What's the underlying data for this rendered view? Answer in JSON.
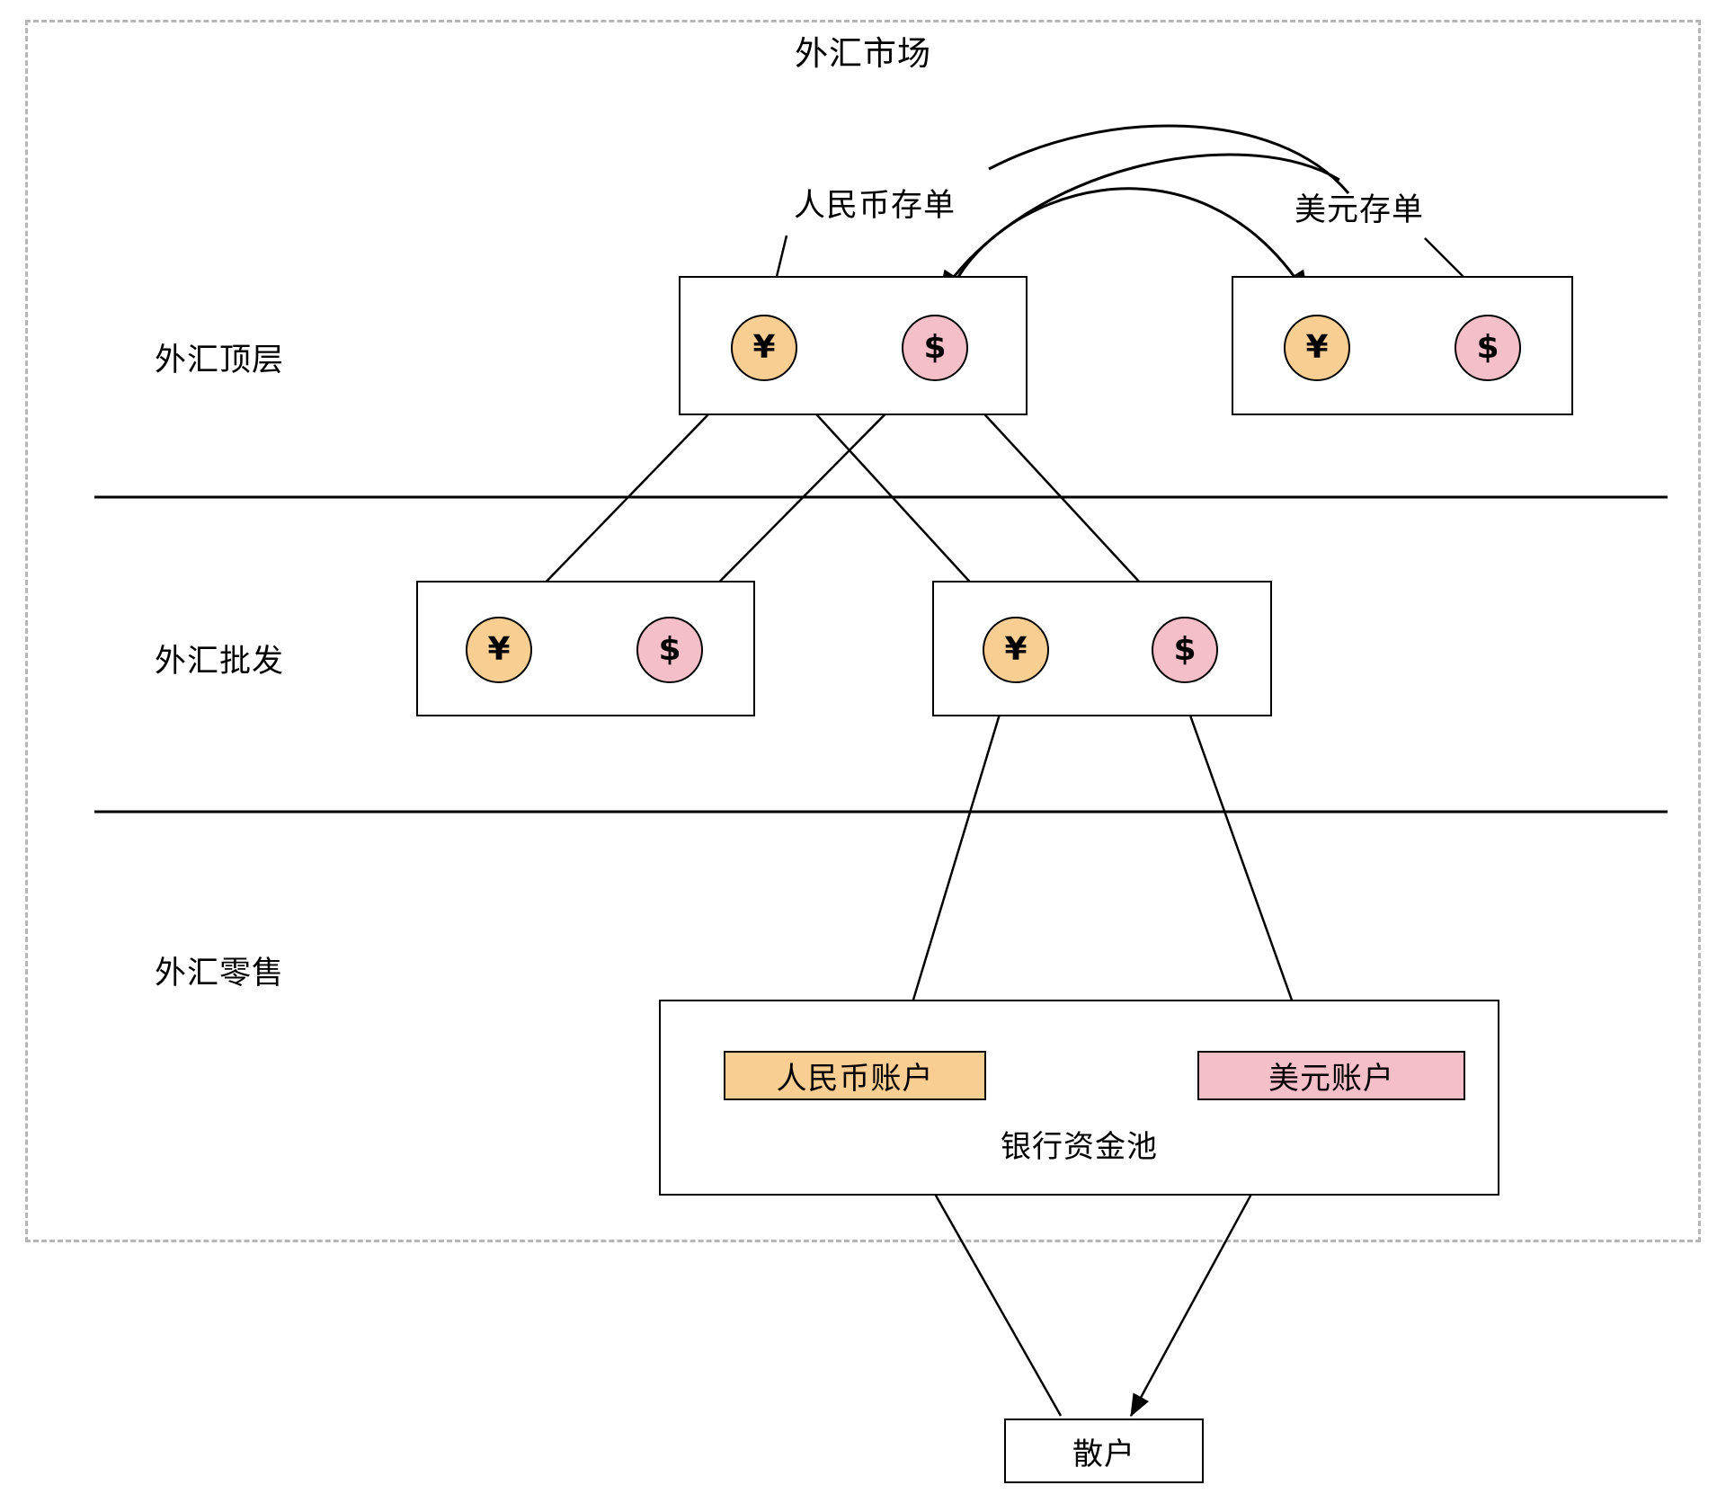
{
  "diagram": {
    "title": "外汇市场",
    "tiers": [
      {
        "id": "top",
        "label": "外汇顶层"
      },
      {
        "id": "wholesale",
        "label": "外汇批发"
      },
      {
        "id": "retail",
        "label": "外汇零售"
      }
    ],
    "annotations": [
      {
        "id": "cny-cd",
        "label": "人民币存单"
      },
      {
        "id": "usd-cd",
        "label": "美元存单"
      }
    ],
    "coins": {
      "cny_symbol": "¥",
      "usd_symbol": "$"
    },
    "top_layer": {
      "bank_a": {
        "cny": "¥",
        "usd": "$"
      },
      "bank_b": {
        "cny": "¥",
        "usd": "$"
      }
    },
    "wholesale_layer": {
      "bank_a": {
        "cny": "¥",
        "usd": "$"
      },
      "bank_b": {
        "cny": "¥",
        "usd": "$"
      }
    },
    "retail_layer": {
      "pool_caption": "银行资金池",
      "accounts": [
        {
          "id": "cny-account",
          "label": "人民币账户"
        },
        {
          "id": "usd-account",
          "label": "美元账户"
        }
      ]
    },
    "retail_investor": {
      "label": "散户"
    },
    "colors": {
      "cny": "#F9CE93",
      "usd": "#F5BFC9",
      "stroke": "#000000",
      "frame_dashed": "#B6B6B6",
      "background": "#FFFFFF"
    }
  }
}
